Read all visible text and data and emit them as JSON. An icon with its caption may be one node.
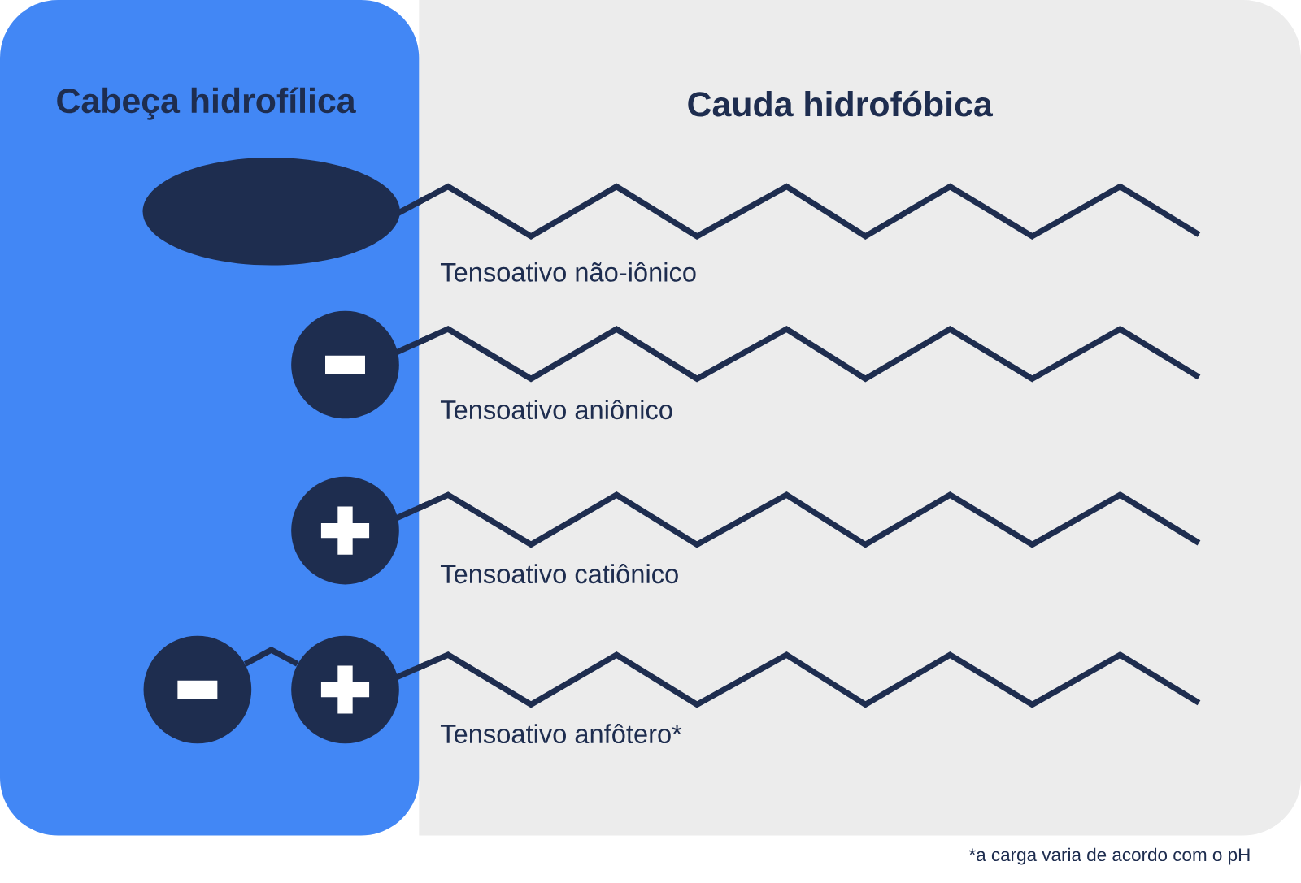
{
  "diagram": {
    "nodes": [
      {
        "text": [
          "Cabeça hidrofílica"
        ]
      },
      {
        "text": [
          "Cauda hidrofóbica"
        ]
      },
      {
        "text": [],
        "shape": "ellipse",
        "in": 0
      },
      {
        "text": [],
        "shape": "circle",
        "in": 0
      },
      {
        "text": [],
        "shape": "circle",
        "in": 0
      },
      {
        "text": [],
        "shape": "circle",
        "in": 0
      },
      {
        "text": [],
        "shape": "circle",
        "in": 0
      }
    ],
    "edges": [
      {
        "from": 5,
        "to": 6,
        "arrow": "none"
      }
    ],
    "labels": [
      "Tensoativo não-iônico",
      "Tensoativo aniônico",
      "Tensoativo catiônico",
      "Tensoativo anfôtero*",
      "*a carga varia de acordo com o pH"
    ]
  }
}
